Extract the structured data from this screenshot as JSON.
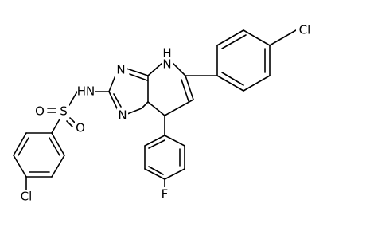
{
  "atoms": {
    "cl_top": "Cl",
    "nh_top": "H",
    "n_top": "N",
    "nh_amide": "HN",
    "n_ring_a": "N",
    "n_ring_b": "N",
    "s": "S",
    "o_left": "O",
    "o_bottom": "O",
    "cl_bottom": "Cl",
    "f": "F"
  }
}
